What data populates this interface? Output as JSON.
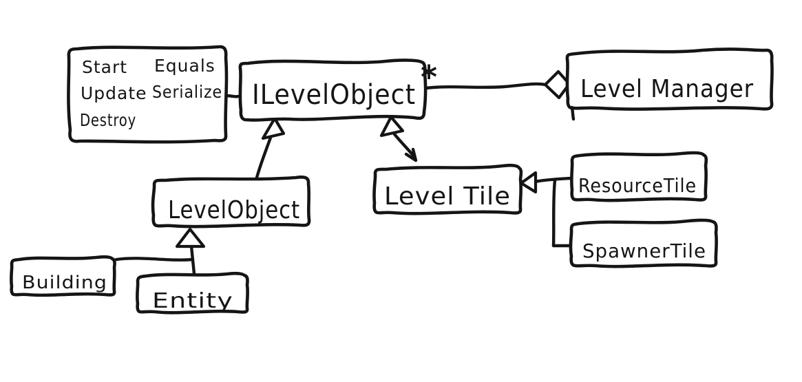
{
  "diagram": {
    "kind": "hand-drawn UML class diagram",
    "colors": {
      "ink": "#151515",
      "background": "#ffffff"
    },
    "nodes": {
      "interface_members": {
        "column1": [
          "Start",
          "Update",
          "Destroy"
        ],
        "column2": [
          "Equals",
          "Serialize"
        ]
      },
      "ilevelobject": "ILevelObject",
      "levelmanager": "Level Manager",
      "levelobject": "LevelObject",
      "leveltile": "Level Tile",
      "resourcetile": "ResourceTile",
      "spawnertile": "SpawnerTile",
      "building": "Building",
      "entity": "Entity"
    },
    "edges": [
      {
        "type": "aggregation",
        "from": "ILevelObject",
        "to": "Level Manager",
        "multiplicity": "*"
      },
      {
        "type": "inheritance",
        "from": "LevelObject",
        "to": "ILevelObject"
      },
      {
        "type": "inheritance",
        "from": "LevelTile",
        "to": "ILevelObject"
      },
      {
        "type": "inheritance",
        "from": "ResourceTile",
        "to": "LevelTile"
      },
      {
        "type": "inheritance",
        "from": "SpawnerTile",
        "to": "LevelTile"
      },
      {
        "type": "inheritance",
        "from": "Building",
        "to": "LevelObject"
      },
      {
        "type": "inheritance",
        "from": "Entity",
        "to": "LevelObject"
      },
      {
        "type": "note-connector",
        "from": "interface-members-note",
        "to": "ILevelObject"
      }
    ]
  }
}
